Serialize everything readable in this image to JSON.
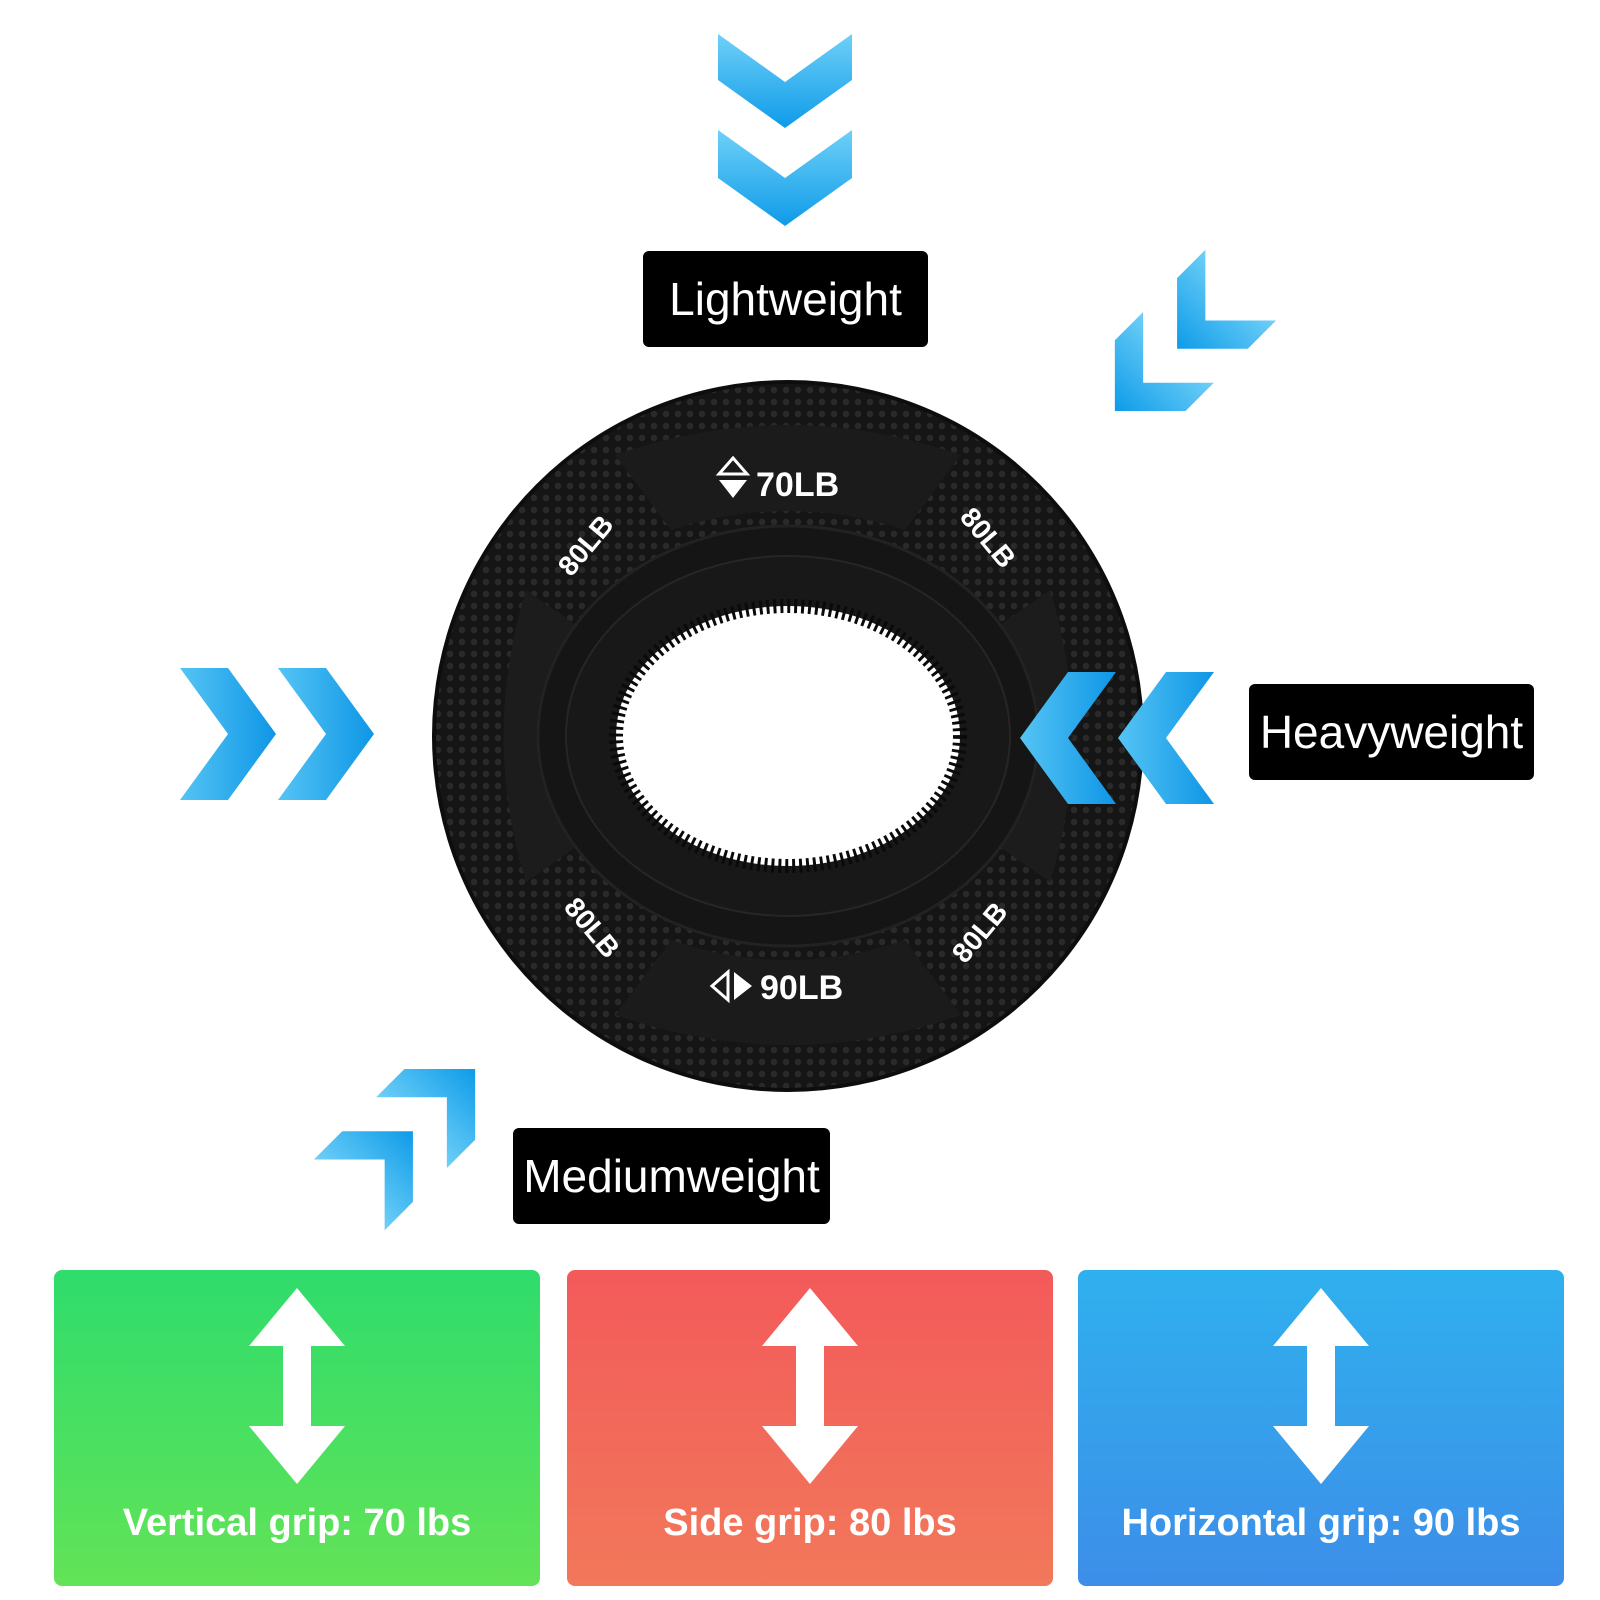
{
  "labels": {
    "light": "Lightweight",
    "heavy": "Heavyweight",
    "medium": "Mediumweight"
  },
  "ring": {
    "top": "70LB",
    "bottom": "90LB",
    "side_top_left": "80LB",
    "side_top_right": "80LB",
    "side_bottom_left": "80LB",
    "side_bottom_right": "80LB"
  },
  "cards": {
    "vertical": "Vertical grip: 70 lbs",
    "side": "Side grip: 80 lbs",
    "horizontal": "Horizontal grip: 90 lbs"
  },
  "colors": {
    "chevron_blue": "#1aa3ec",
    "card_green": "#34dc68",
    "card_red": "#f36060",
    "card_blue": "#33a8ee"
  }
}
